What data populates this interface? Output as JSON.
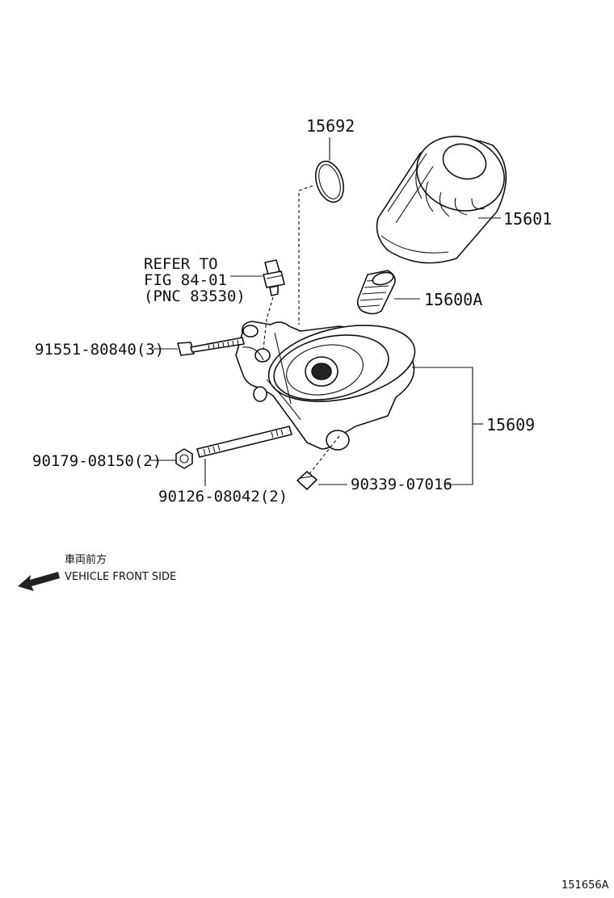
{
  "labels": {
    "gasket": "15692",
    "filter": "15601",
    "union": "15600A",
    "bracket": "15609",
    "bolt": "91551-80840(3)",
    "nut": "90179-08150(2)",
    "stud": "90126-08042(2)",
    "plug": "90339-07016"
  },
  "refer": {
    "line1": "REFER TO",
    "line2": "FIG 84-01",
    "line3": "(PNC 83530)"
  },
  "direction": {
    "japanese": "車両前方",
    "english": "VEHICLE FRONT SIDE"
  },
  "figure_id": "151656A"
}
